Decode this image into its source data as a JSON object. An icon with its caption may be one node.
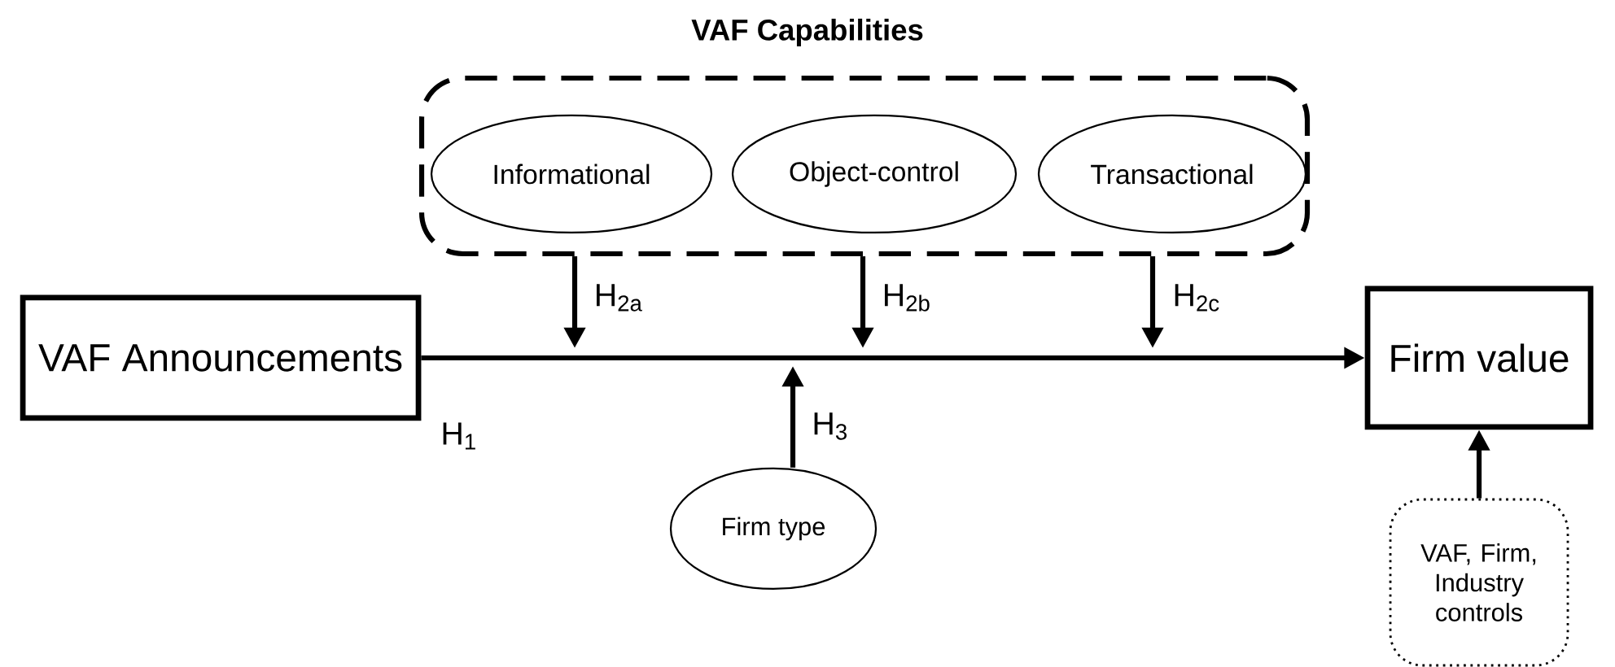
{
  "diagram": {
    "nodes": [
      {
        "text": [
          "VAF Capabilities"
        ]
      },
      {
        "text": [
          "Informational"
        ],
        "in": 0
      },
      {
        "text": [
          "Object-control"
        ],
        "in": 0
      },
      {
        "text": [
          "Transactional"
        ],
        "in": 0
      },
      {
        "text": [
          "VAF Announcements"
        ]
      },
      {
        "text": [
          "Firm value"
        ]
      },
      {
        "text": [
          "Firm type"
        ]
      },
      {
        "text": [
          "VAF, Firm, Industry controls"
        ]
      }
    ],
    "edges": [
      {
        "from": 4,
        "to": 5,
        "arrow": "to",
        "label": "H$_{1}$"
      },
      {
        "from": 0,
        "to": null,
        "arrow": "to",
        "label": "H$_{2a}$"
      },
      {
        "from": 0,
        "to": null,
        "arrow": "to",
        "label": "H$_{2b}$"
      },
      {
        "from": 0,
        "to": null,
        "arrow": "to",
        "label": "H$_{2c}$"
      },
      {
        "from": 6,
        "to": null,
        "arrow": "to",
        "label": "H$_{3}$"
      },
      {
        "from": 7,
        "to": 5,
        "arrow": "to"
      }
    ]
  }
}
